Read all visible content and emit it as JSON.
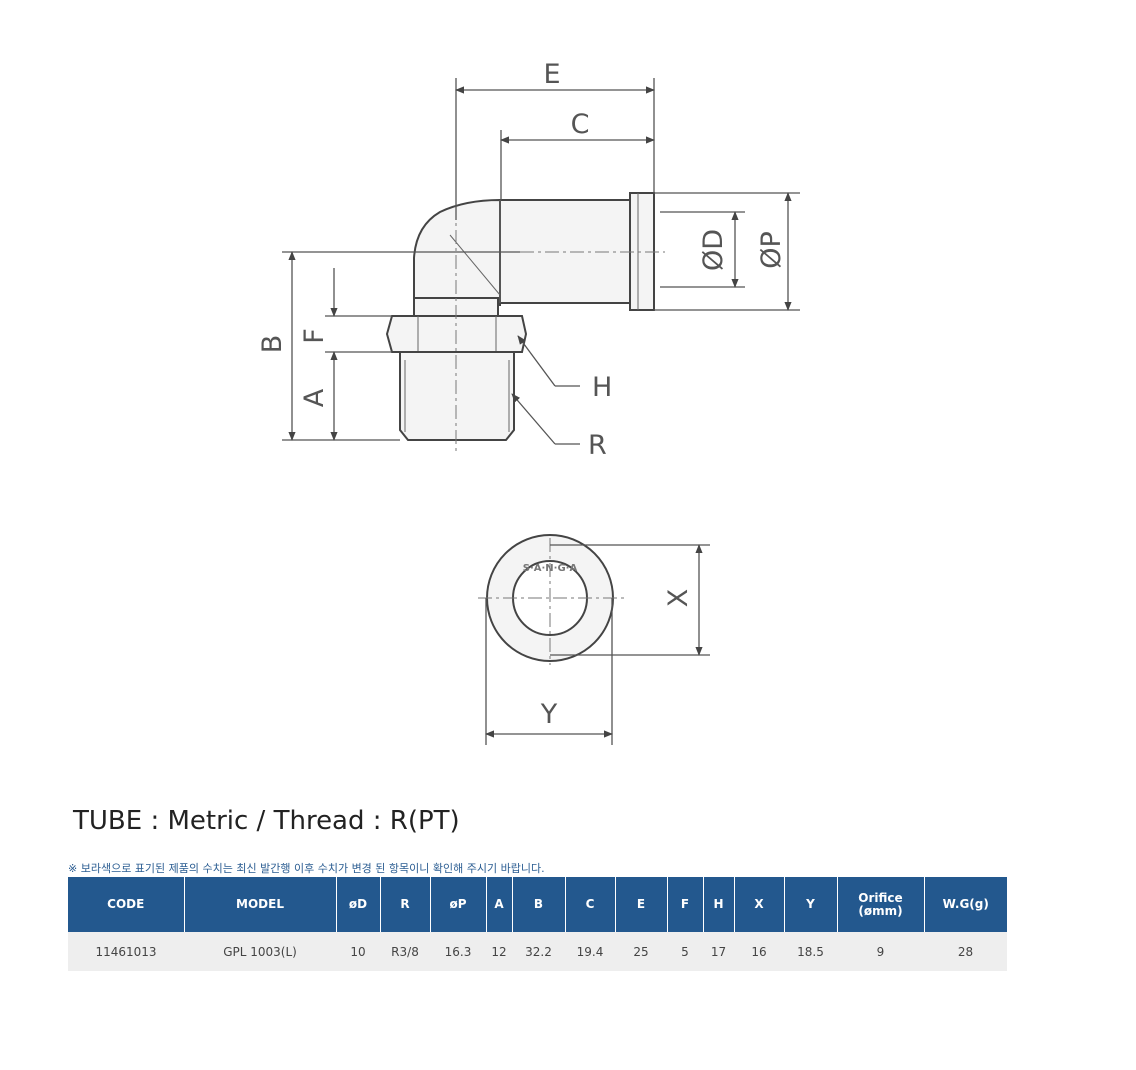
{
  "drawing": {
    "labels": {
      "E": "E",
      "C": "C",
      "OD": "ØD",
      "OP": "ØP",
      "B": "B",
      "F": "F",
      "A": "A",
      "H": "H",
      "R": "R",
      "X": "X",
      "Y": "Y"
    }
  },
  "heading": "TUBE : Metric / Thread : R(PT)",
  "notice": "※ 보라색으로 표기된 제품의 수치는 최신 발간행 이후 수치가 변경 된 항목이니 확인해 주시기 바랍니다.",
  "table": {
    "headers": [
      "CODE",
      "MODEL",
      "øD",
      "R",
      "øP",
      "A",
      "B",
      "C",
      "E",
      "F",
      "H",
      "X",
      "Y",
      "Orifice\n(ømm)",
      "W.G(g)"
    ],
    "rows": [
      [
        "11461013",
        "GPL 1003(L)",
        "10",
        "R3/8",
        "16.3",
        "12",
        "32.2",
        "19.4",
        "25",
        "5",
        "17",
        "16",
        "18.5",
        "9",
        "28"
      ]
    ]
  }
}
